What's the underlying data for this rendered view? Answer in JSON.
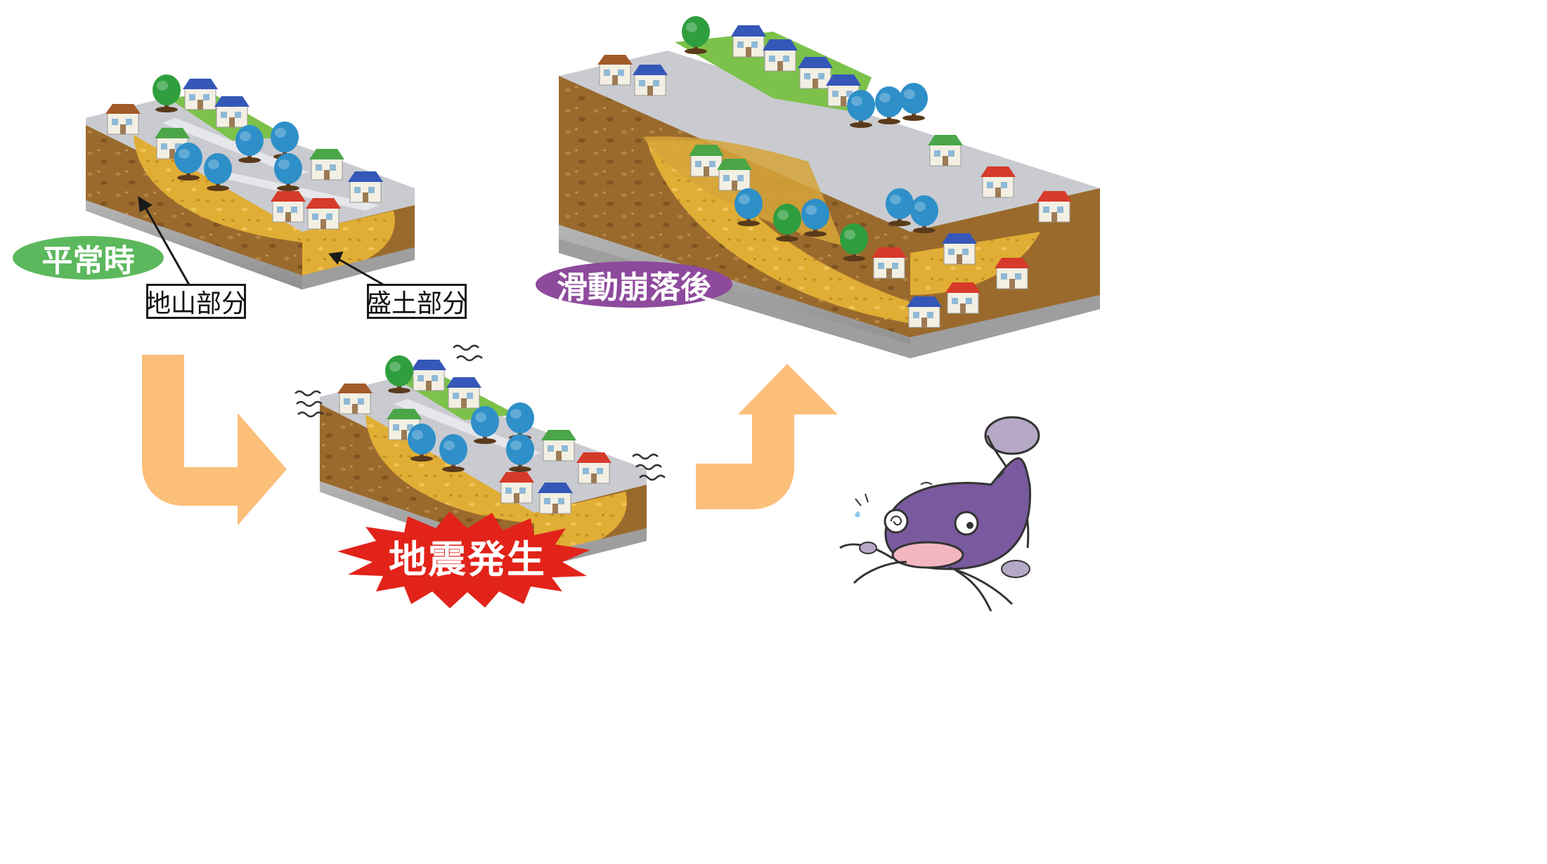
{
  "labels": {
    "normal": "平常時",
    "ground": "地山部分",
    "fill": "盛土部分",
    "earthquake": "地震発生",
    "after": "滑動崩落後"
  },
  "colors": {
    "normal_pill": "#5cb85c",
    "after_pill": "#8e4a9c",
    "earthquake_burst": "#e2231a",
    "flow_arrow": "#fbbf7a",
    "topsoil": "#9a6a2d",
    "fill_soil": "#e0ae35",
    "bedrock": "#a9a9a9",
    "road": "#c9cbd0",
    "lawn": "#7cc24a",
    "tree": "#2e8fc9",
    "tree_green": "#2f9e3e",
    "roof_blue": "#3557b8",
    "roof_red": "#d63a2a",
    "roof_green": "#4aa648",
    "roof_brown": "#a35a2b",
    "catfish": "#7a5a9e"
  },
  "icons": [
    "shake-lines-icon",
    "catfish-mascot-icon"
  ]
}
